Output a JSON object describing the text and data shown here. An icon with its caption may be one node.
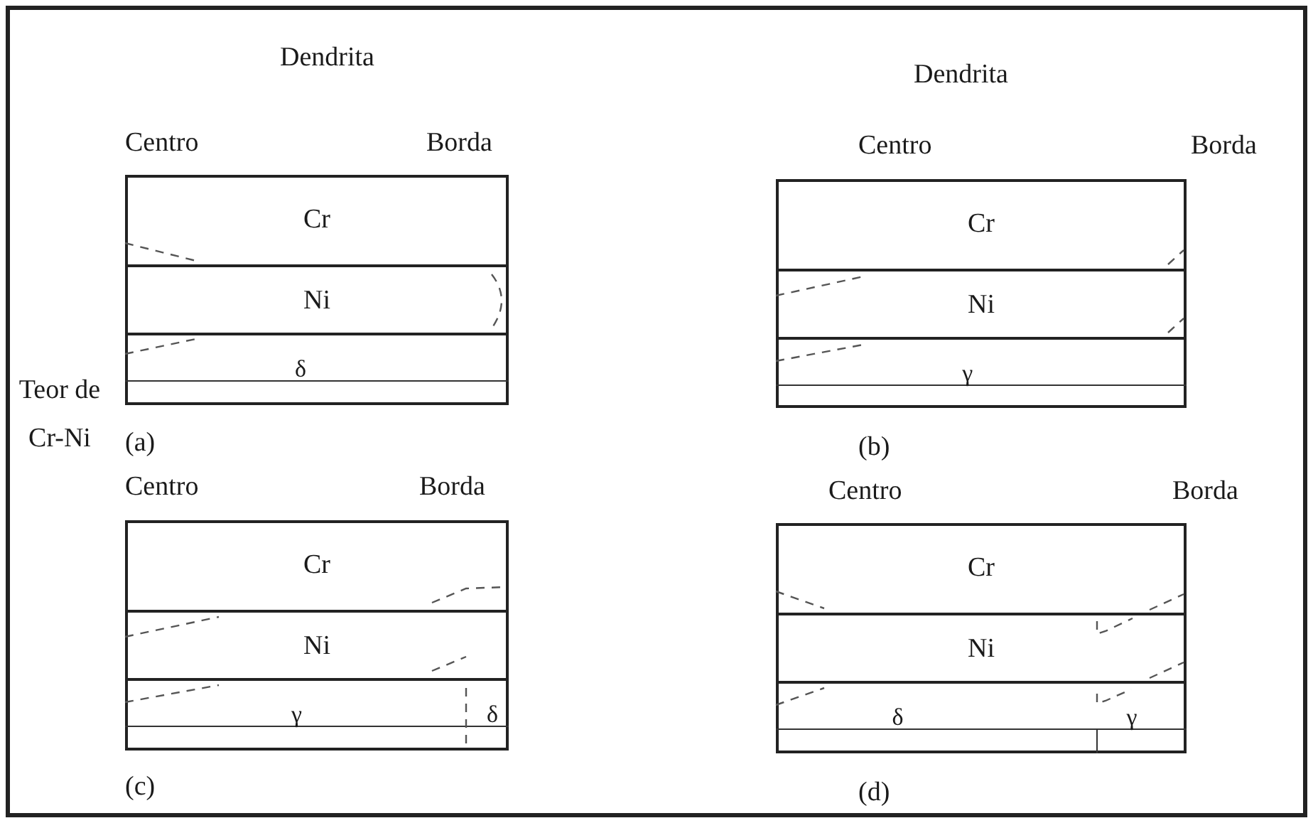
{
  "diagram": {
    "nodes": [
      {
        "text": [],
        "shape": "box"
      },
      {
        "text": [
          "Cr"
        ],
        "in": 0
      },
      {
        "text": [
          "Ni"
        ],
        "in": 0
      },
      {
        "text": [
          "δ"
        ],
        "in": 0
      },
      {
        "text": [],
        "shape": "box"
      },
      {
        "text": [
          "Cr"
        ],
        "in": 4
      },
      {
        "text": [
          "Ni"
        ],
        "in": 4
      },
      {
        "text": [
          "γ"
        ],
        "in": 4
      },
      {
        "text": [],
        "shape": "box"
      },
      {
        "text": [
          "Cr"
        ],
        "in": 8
      },
      {
        "text": [
          "Ni"
        ],
        "in": 8
      },
      {
        "text": [
          "γ",
          "δ"
        ],
        "in": 8
      },
      {
        "text": [],
        "shape": "box"
      },
      {
        "text": [
          "Cr"
        ],
        "in": 12
      },
      {
        "text": [
          "Ni"
        ],
        "in": 12
      },
      {
        "text": [
          "δ",
          "γ"
        ],
        "in": 12
      }
    ],
    "labels": [
      "Dendrita",
      "Dendrita",
      "Centro",
      "Borda",
      "Centro",
      "Borda",
      "Teor de Cr-Ni",
      "(a)",
      "(b)",
      "Centro",
      "Borda",
      "Centro",
      "Borda",
      "(c)",
      "(d)"
    ]
  }
}
